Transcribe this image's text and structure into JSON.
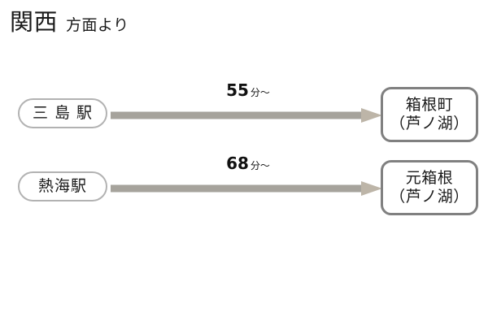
{
  "header": {
    "title_main": "関西",
    "title_sub": "方面より"
  },
  "colors": {
    "arrow_bar": "#a6a39c",
    "arrow_head": "#bdb5a8",
    "origin_border": "#b2b2b2",
    "destination_border": "#808080",
    "text": "#1a1a1a",
    "background": "#ffffff"
  },
  "routes": [
    {
      "origin": "三 島 駅",
      "duration_value": "55",
      "duration_unit": "分～",
      "destination_line1": "箱根町",
      "destination_line2": "（芦ノ湖）"
    },
    {
      "origin": "熱海駅",
      "duration_value": "68",
      "duration_unit": "分～",
      "destination_line1": "元箱根",
      "destination_line2": "（芦ノ湖）"
    }
  ]
}
